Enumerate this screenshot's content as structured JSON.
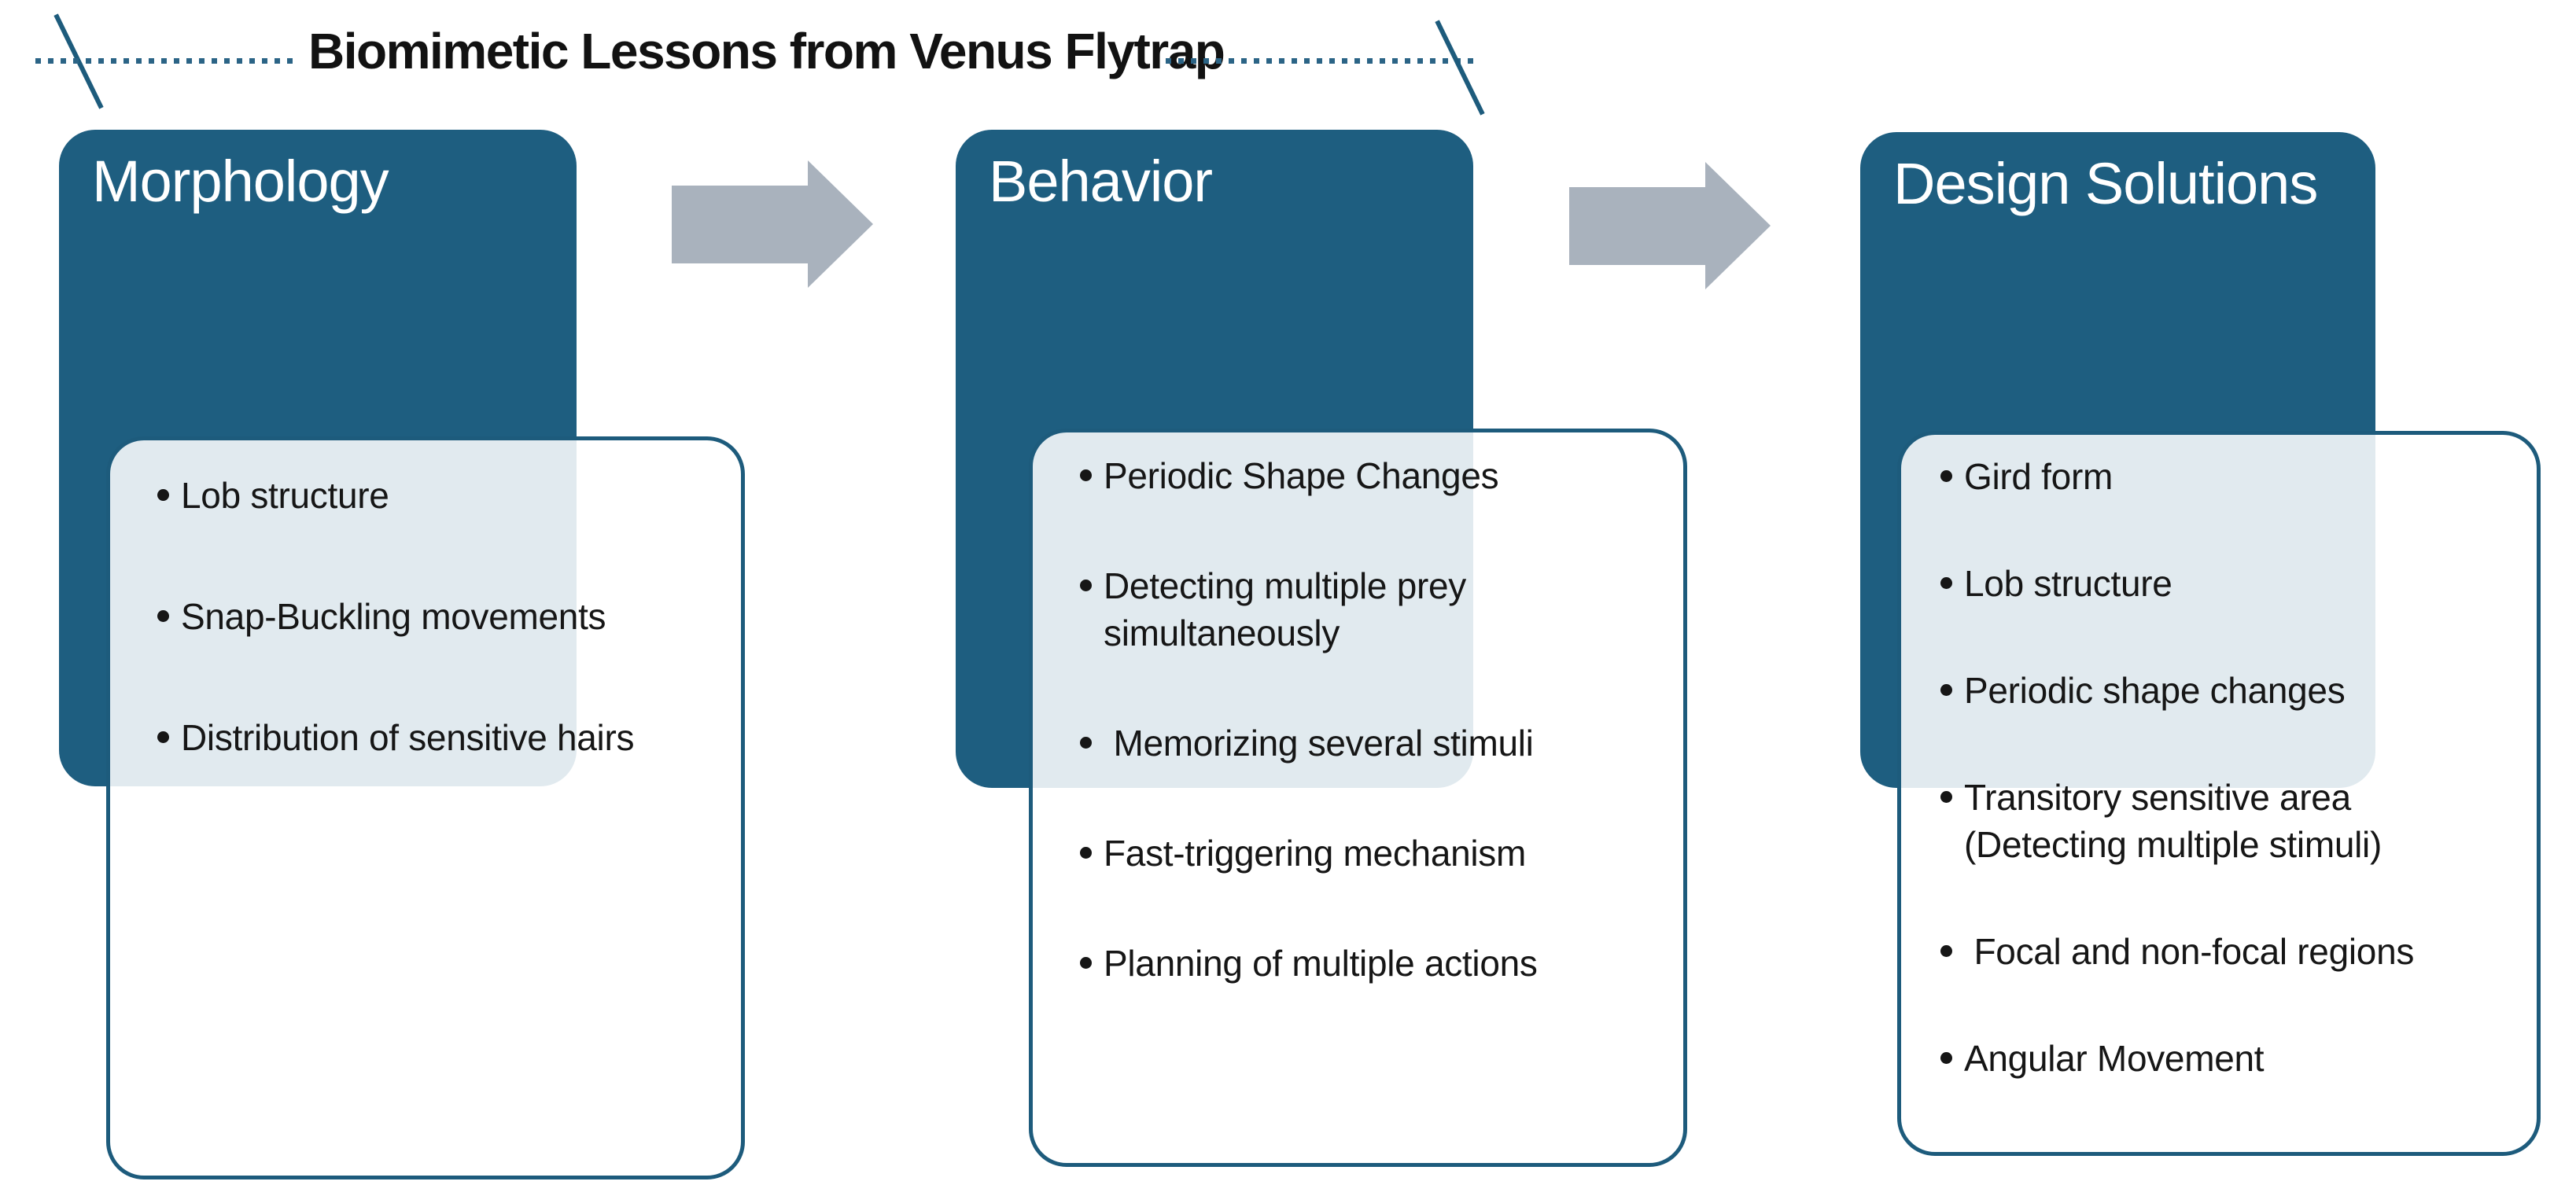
{
  "title": "Biomimetic Lessons from Venus Flytrap",
  "columns": [
    {
      "header": "Morphology",
      "items": [
        "Lob structure",
        "Snap-Buckling movements",
        "Distribution of sensitive hairs"
      ]
    },
    {
      "header": "Behavior",
      "items": [
        "Periodic Shape Changes",
        "Detecting multiple prey simultaneously",
        " Memorizing several stimuli",
        "Fast-triggering mechanism",
        "Planning of multiple actions"
      ]
    },
    {
      "header": "Design Solutions",
      "items": [
        "Gird form",
        "Lob structure",
        "Periodic shape changes",
        "Transitory sensitive area (Detecting multiple stimuli)",
        " Focal and non-focal regions",
        "Angular Movement"
      ]
    }
  ],
  "colors": {
    "panel_teal": "#1e5e80",
    "card_border_teal": "#1d5b7c",
    "dotted_line_teal": "#2b6486",
    "arrow_gray": "#a9b2bd",
    "title_text": "#121212",
    "bullet_text": "#161616",
    "header_text": "#ffffff"
  }
}
